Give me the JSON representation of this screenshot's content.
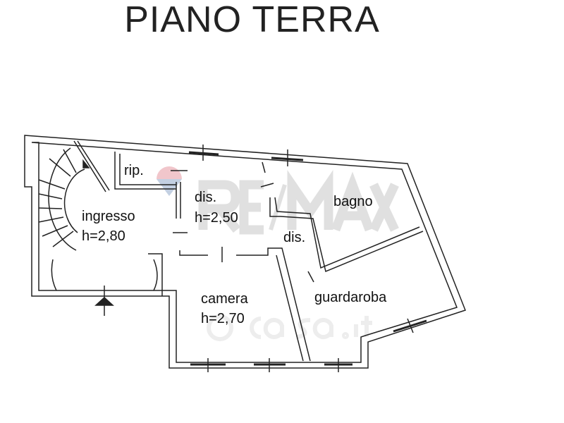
{
  "title": "PIANO TERRA",
  "rooms": [
    {
      "name": "rip.",
      "height": ""
    },
    {
      "name": "ingresso",
      "height": "h=2,80"
    },
    {
      "name": "dis.",
      "height": "h=2,50"
    },
    {
      "name": "bagno",
      "height": ""
    },
    {
      "name": "dis.",
      "height": ""
    },
    {
      "name": "camera",
      "height": "h=2,70"
    },
    {
      "name": "guardaroba",
      "height": ""
    }
  ],
  "watermarks": [
    "RE/MAX",
    "casa.it"
  ],
  "colors": {
    "wall": "#222222",
    "watermark": "#cccccc",
    "remax_red": "#e8a0a8",
    "remax_blue": "#9bb0cf"
  }
}
